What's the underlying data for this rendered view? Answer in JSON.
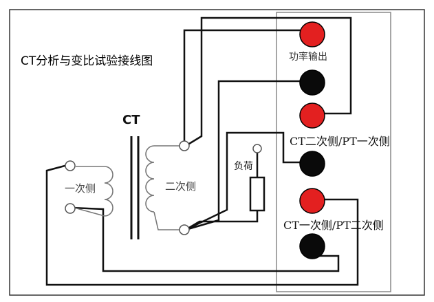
{
  "title": "CT分析与变比试验接线图",
  "ct_label": "CT",
  "primary_label": "一次侧",
  "secondary_label": "二次侧",
  "load_label": "负荷",
  "terminals": {
    "power_output": "功率输出",
    "ct_secondary_pt_primary": "CT二次侧/PT一次侧",
    "ct_primary_pt_secondary": "CT一次侧/PT二次侧"
  },
  "colors": {
    "red_terminal": "#e32020",
    "black_terminal": "#0a0a0a",
    "wire": "#111111",
    "panel_border": "#888888"
  }
}
